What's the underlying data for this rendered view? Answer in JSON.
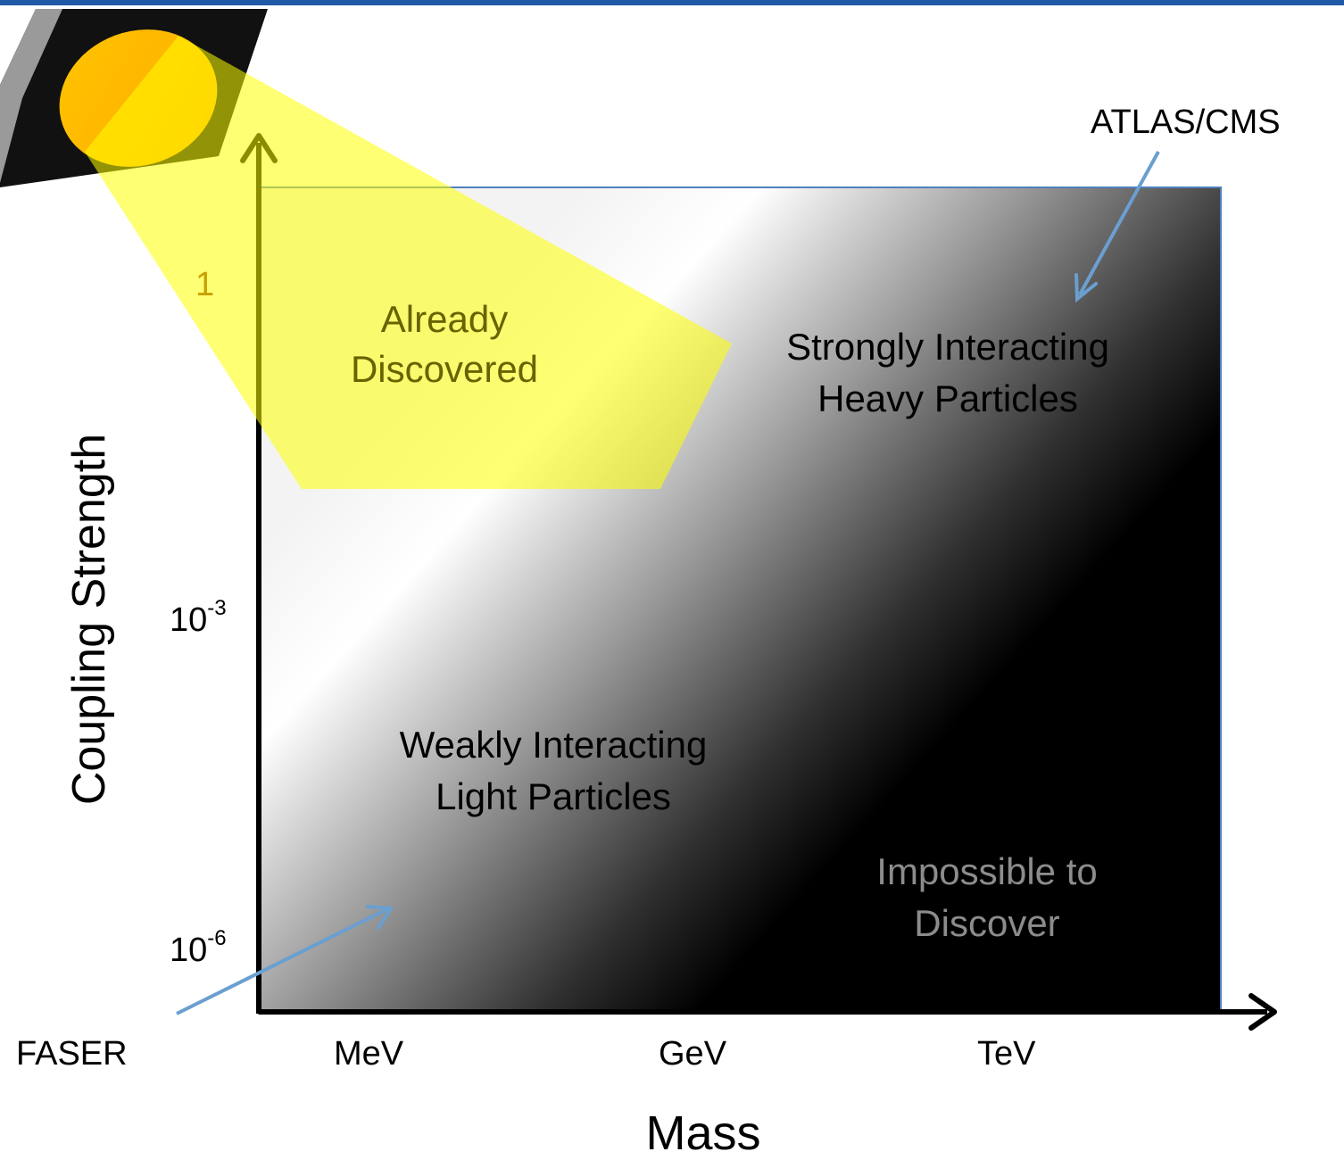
{
  "diagram": {
    "axes": {
      "x_label": "Mass",
      "y_label": "Coupling Strength",
      "x_ticks": [
        "MeV",
        "GeV",
        "TeV"
      ],
      "y_ticks": [
        {
          "base": "1",
          "exp": ""
        },
        {
          "base": "10",
          "exp": "-3"
        },
        {
          "base": "10",
          "exp": "-6"
        }
      ]
    },
    "regions": {
      "already_discovered": [
        "Already",
        "Discovered"
      ],
      "strongly_interacting": [
        "Strongly Interacting",
        "Heavy Particles"
      ],
      "weakly_interacting": [
        "Weakly Interacting",
        "Light Particles"
      ],
      "impossible": [
        "Impossible to",
        "Discover"
      ]
    },
    "experiments": {
      "atlas_cms": "ATLAS/CMS",
      "faser": "FASER"
    },
    "colors": {
      "spotlight": "#ffff00",
      "lamp": "#ffbf00",
      "arrow": "#6a9fd0",
      "header_bar": "#1f5aa6",
      "y_tick_one": "#c8a000"
    }
  }
}
